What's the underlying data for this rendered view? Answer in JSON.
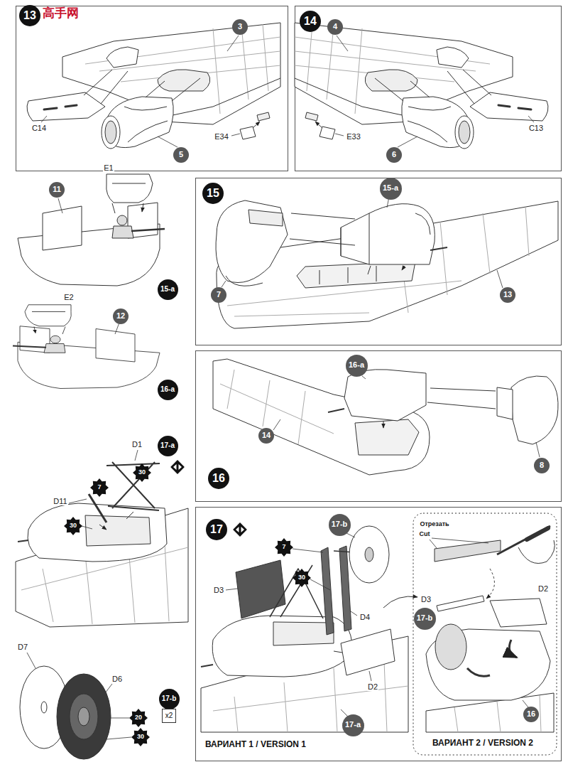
{
  "diagram": {
    "nodes": [
      {
        "text": [
          "13"
        ]
      },
      {
        "text": [
          "3"
        ]
      },
      {
        "text": [
          "5"
        ]
      },
      {
        "text": [
          "14"
        ]
      },
      {
        "text": [
          "4"
        ]
      },
      {
        "text": [
          "6"
        ]
      },
      {
        "text": [
          "11"
        ]
      },
      {
        "text": [
          "15-a"
        ]
      },
      {
        "text": [
          "12"
        ]
      },
      {
        "text": [
          "16-a"
        ]
      },
      {
        "text": [
          "17-a"
        ]
      },
      {
        "text": [
          "30"
        ]
      },
      {
        "text": [
          "7"
        ]
      },
      {
        "text": [
          "30"
        ]
      },
      {
        "text": [
          "17-b"
        ]
      },
      {
        "text": [
          "x2"
        ]
      },
      {
        "text": [
          "20"
        ]
      },
      {
        "text": [
          "30"
        ]
      },
      {
        "text": [
          "15"
        ]
      },
      {
        "text": [
          "15-a"
        ]
      },
      {
        "text": [
          "7"
        ]
      },
      {
        "text": [
          "13"
        ]
      },
      {
        "text": [
          "16"
        ]
      },
      {
        "text": [
          "16-a"
        ]
      },
      {
        "text": [
          "14"
        ]
      },
      {
        "text": [
          "8"
        ]
      },
      {
        "text": [
          "17"
        ]
      },
      {
        "text": [
          "17-b"
        ]
      },
      {
        "text": [
          "7"
        ]
      },
      {
        "text": [
          "30"
        ]
      },
      {
        "text": [
          "17-a"
        ]
      },
      {
        "text": [
          "17-b"
        ]
      },
      {
        "text": [
          "16"
        ]
      }
    ],
    "labels": [
      "高手网",
      "C14",
      "E34",
      "E33",
      "C13",
      "E1",
      "E2",
      "D1",
      "D11",
      "D7",
      "D6",
      "D3",
      "D4",
      "D2",
      "ВАРИАНТ 1 / VERSION 1",
      "Отрезать",
      "Cut",
      "D3",
      "D2",
      "ВАРИАНТ 2 / VERSION 2"
    ]
  }
}
